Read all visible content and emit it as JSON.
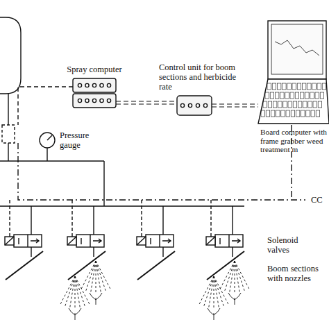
{
  "diagram": {
    "nodes": [
      {
        "text": [
          "Spray computer"
        ]
      },
      {
        "text": [
          "Control unit for boom sections and herbicide rate"
        ]
      },
      {
        "text": [
          "Board computer with frame grabber weed treatment m"
        ]
      }
    ],
    "edges": [
      {
        "from": 0,
        "to": 1,
        "arrow": "none"
      },
      {
        "from": 1,
        "to": 2,
        "arrow": "none"
      }
    ],
    "labels": [
      "Pressure gauge",
      "CC",
      "Solenoid valves",
      "Boom sections with nozzles"
    ]
  }
}
